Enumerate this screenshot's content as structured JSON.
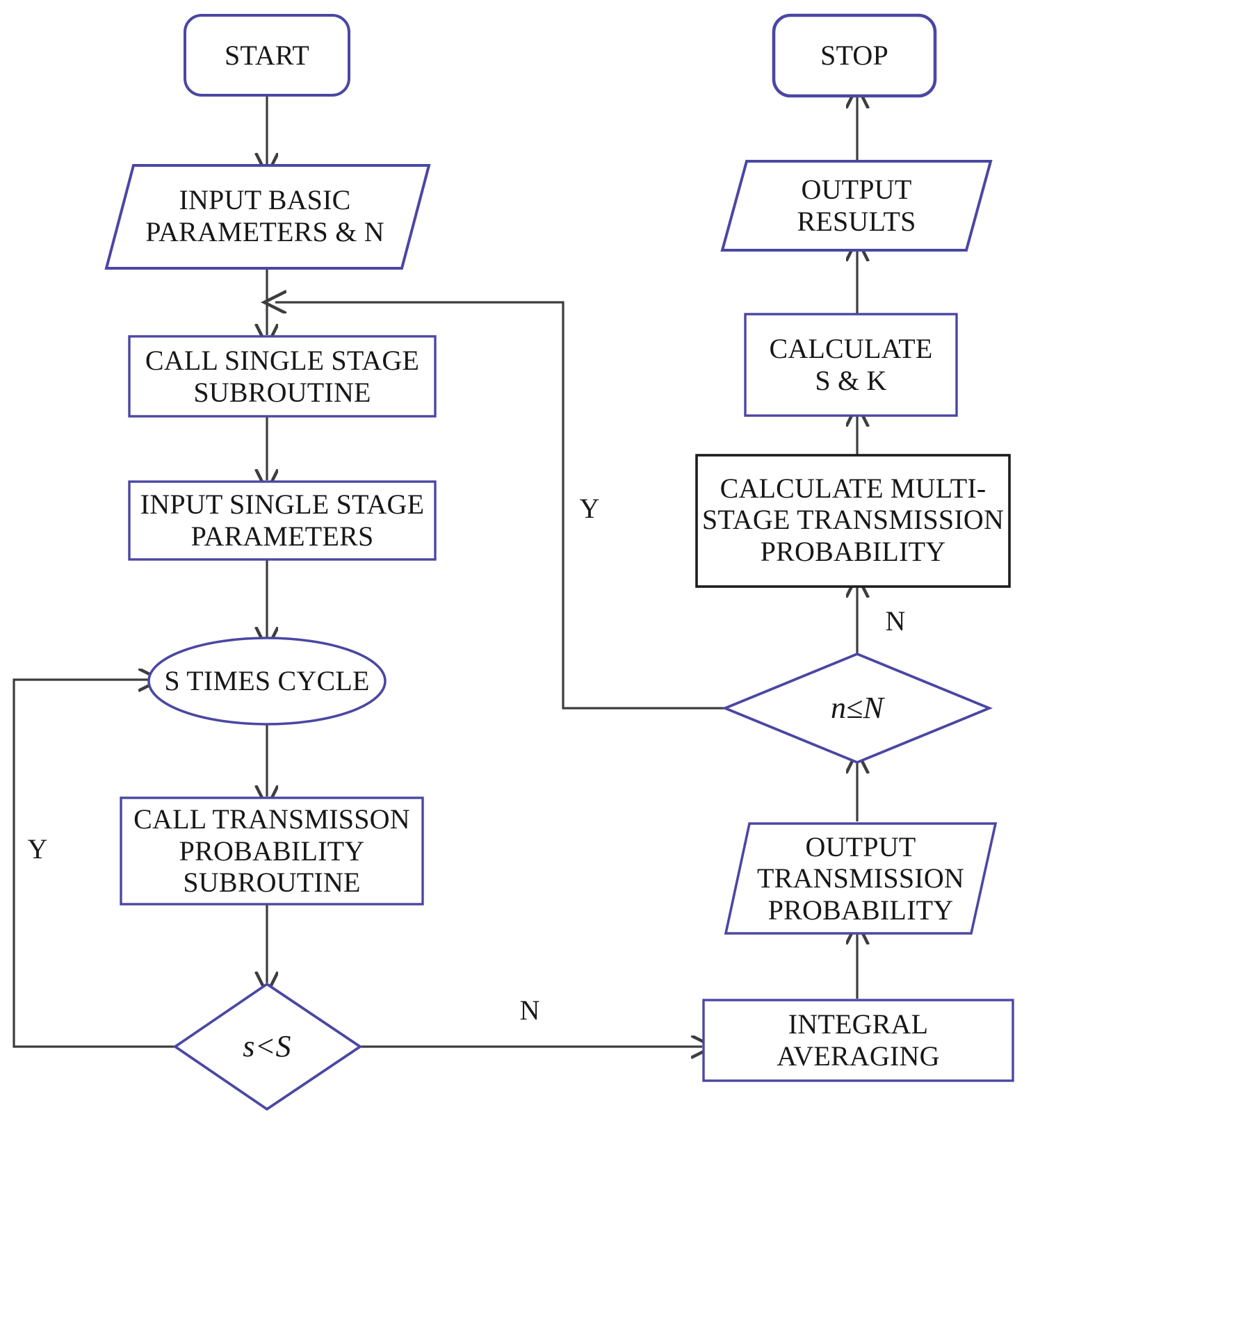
{
  "diagram": {
    "title": "Multi-stage transmission probability simulation flowchart",
    "colors": {
      "shape_border_purple": "#4a47a3",
      "shape_border_dark": "#1c1c1c",
      "arrow": "#3d3d3d",
      "text": "#171717",
      "background": "#ffffff"
    },
    "nodes": {
      "start": {
        "label": "START",
        "shape": "terminator"
      },
      "input_basic": {
        "label": "INPUT BASIC\nPARAMETERS & N",
        "shape": "parallelogram"
      },
      "call_single_stage": {
        "label": "CALL SINGLE STAGE\nSUBROUTINE",
        "shape": "rectangle"
      },
      "input_single_stage": {
        "label": "INPUT SINGLE STAGE\nPARAMETERS",
        "shape": "rectangle"
      },
      "s_times_cycle": {
        "label": "S TIMES CYCLE",
        "shape": "ellipse"
      },
      "call_transmission": {
        "label": "CALL TRANSMISSON\nPROBABILITY\nSUBROUTINE",
        "shape": "rectangle"
      },
      "decision_s_lt_S": {
        "label": "s<S",
        "shape": "diamond",
        "italic": true
      },
      "integral_averaging": {
        "label": "INTEGRAL\nAVERAGING",
        "shape": "rectangle"
      },
      "output_transmission": {
        "label": "OUTPUT\nTRANSMISSION\nPROBABILITY",
        "shape": "parallelogram"
      },
      "decision_n_le_N": {
        "label": "n≤N",
        "shape": "diamond",
        "italic": true
      },
      "calculate_multistage": {
        "label": "CALCULATE MULTI-\nSTAGE TRANSMISSION\nPROBABILITY",
        "shape": "rectangle"
      },
      "calculate_S_K": {
        "label": "CALCULATE\nS & K",
        "shape": "rectangle"
      },
      "output_results": {
        "label": "OUTPUT\nRESULTS",
        "shape": "parallelogram"
      },
      "stop": {
        "label": "STOP",
        "shape": "terminator"
      }
    },
    "edge_labels": {
      "loop_back_n": "Y",
      "loop_back_s": "Y",
      "no_s_lt_S": "N",
      "no_n_le_N": "N"
    }
  }
}
